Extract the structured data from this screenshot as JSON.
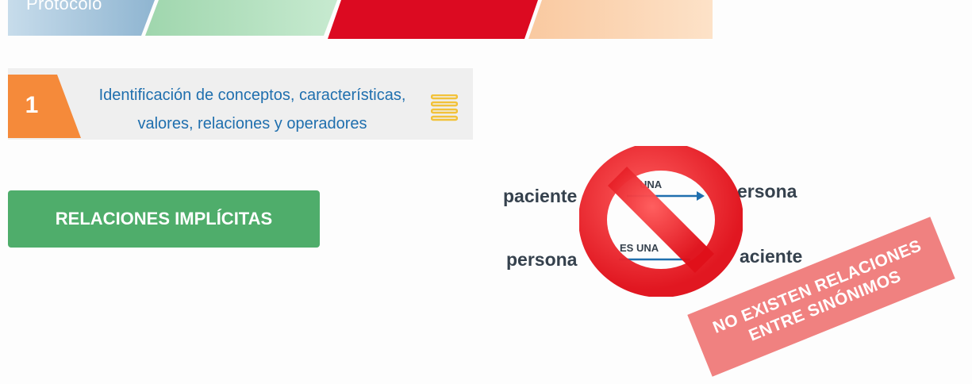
{
  "header": {
    "ribbon_title": "Protocolo",
    "colors": [
      "#a9c9dd",
      "#a9dbb7",
      "#dc0a21",
      "#fbd5b2"
    ]
  },
  "step": {
    "number": "1",
    "line1": "Identificación de conceptos, características,",
    "line2": "valores, relaciones y operadores",
    "icon": "menu-lines-icon"
  },
  "section": {
    "button_label": "RELACIONES IMPLÍCITAS"
  },
  "diagram": {
    "row1": {
      "left": "paciente",
      "relation": "UNA",
      "right": "ersona"
    },
    "row2": {
      "left": "persona",
      "relation": "ES UNA",
      "right": "aciente"
    },
    "overlay_icon": "prohibited-icon"
  },
  "stamp": {
    "line1": "NO EXISTEN RELACIONES",
    "line2": "ENTRE SINÓNIMOS"
  }
}
